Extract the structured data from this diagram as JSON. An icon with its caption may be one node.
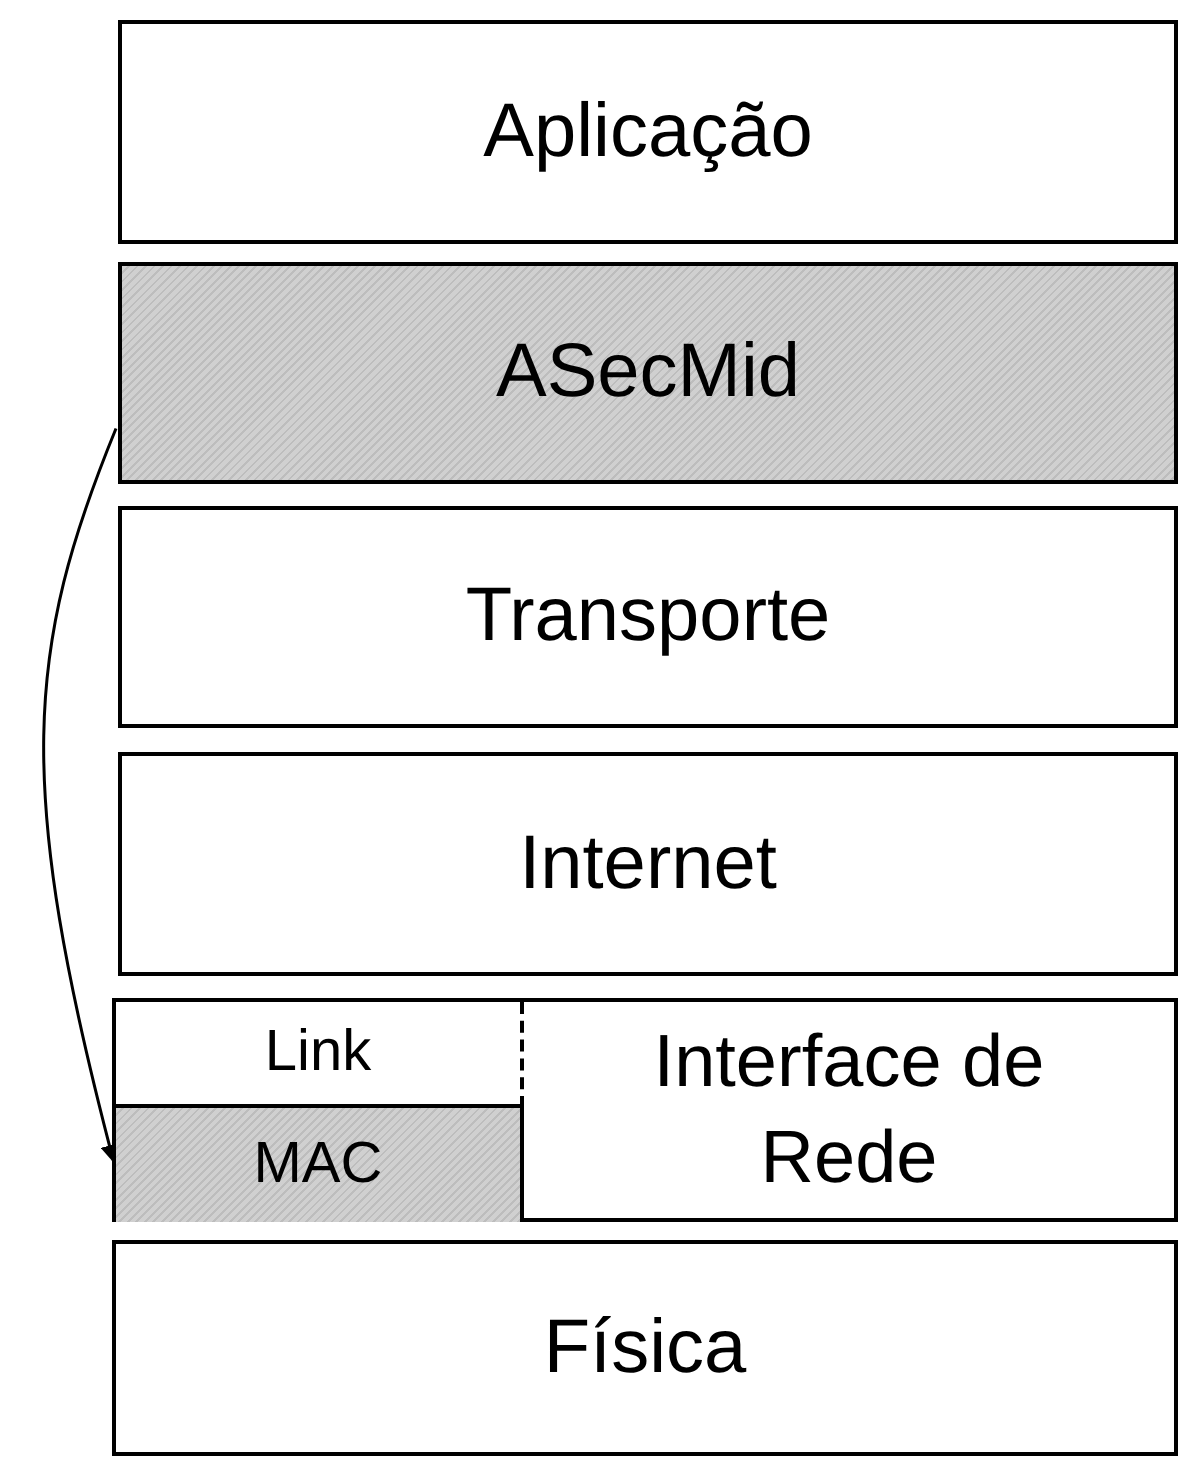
{
  "diagram": {
    "nodes": [
      {
        "text": [
          "Aplicação"
        ]
      },
      {
        "text": [
          "ASecMid"
        ]
      },
      {
        "text": [
          "Transporte"
        ]
      },
      {
        "text": [
          "Internet"
        ]
      },
      {
        "text": [
          "Interface de Rede"
        ]
      },
      {
        "text": [
          "Link"
        ],
        "in": 4
      },
      {
        "text": [
          "MAC"
        ],
        "in": 4
      },
      {
        "text": [
          "Física"
        ]
      }
    ],
    "edges": [
      {
        "from": 1,
        "to": 6,
        "arrow": "to"
      }
    ]
  }
}
